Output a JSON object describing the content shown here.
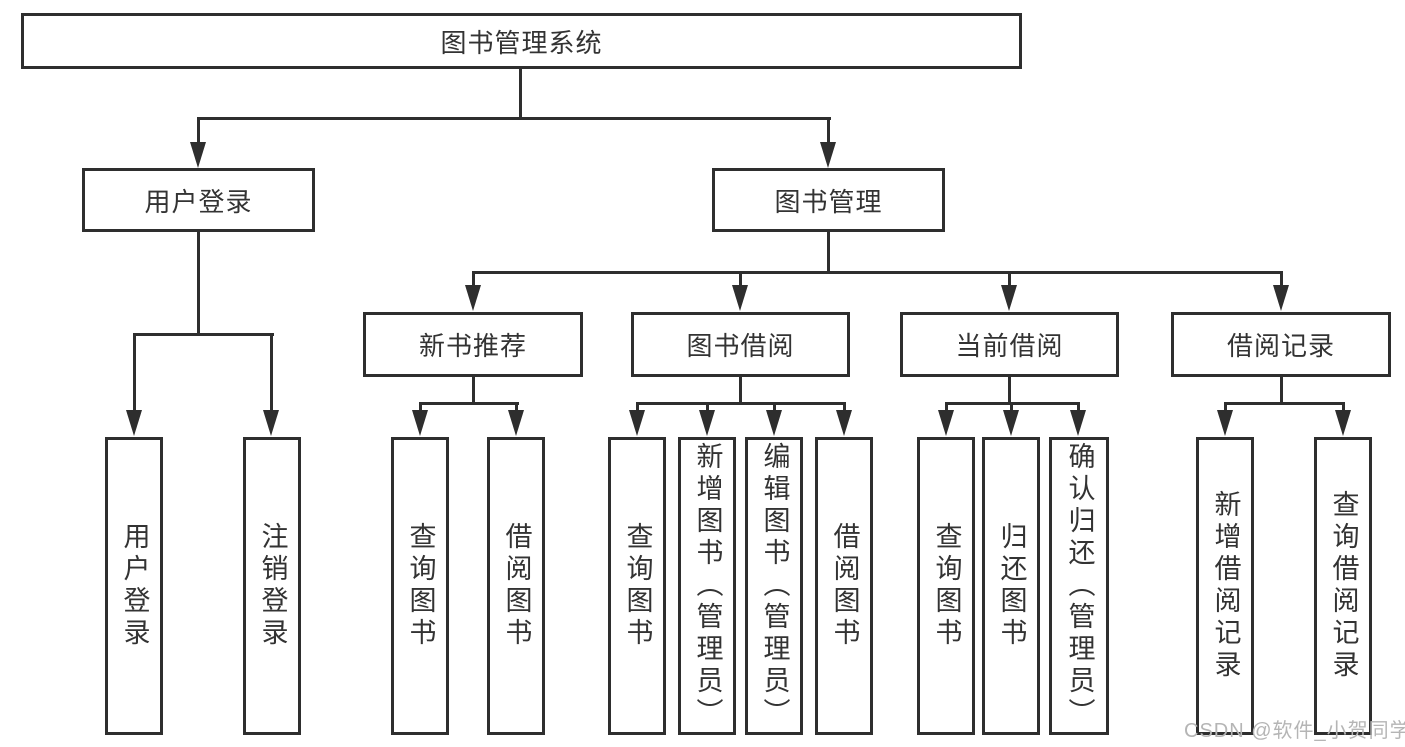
{
  "root": {
    "label": "图书管理系统"
  },
  "branches": [
    {
      "label": "用户登录",
      "children": [
        {
          "label": "用户登录"
        },
        {
          "label": "注销登录"
        }
      ]
    },
    {
      "label": "图书管理",
      "children": [
        {
          "label": "新书推荐",
          "children": [
            {
              "label": "查询图书"
            },
            {
              "label": "借阅图书"
            }
          ]
        },
        {
          "label": "图书借阅",
          "children": [
            {
              "label": "查询图书"
            },
            {
              "label": "新增图书（管理员）"
            },
            {
              "label": "编辑图书（管理员）"
            },
            {
              "label": "借阅图书"
            }
          ]
        },
        {
          "label": "当前借阅",
          "children": [
            {
              "label": "查询图书"
            },
            {
              "label": "归还图书"
            },
            {
              "label": "确认归还（管理员）"
            }
          ]
        },
        {
          "label": "借阅记录",
          "children": [
            {
              "label": "新增借阅记录"
            },
            {
              "label": "查询借阅记录"
            }
          ]
        }
      ]
    }
  ],
  "watermark": "CSDN @软件_小贺同学"
}
